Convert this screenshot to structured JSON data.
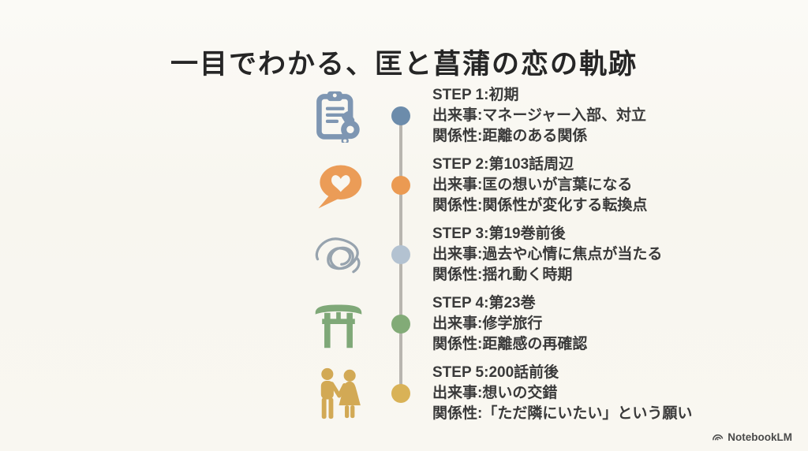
{
  "title": "一目でわかる、匡と菖蒲の恋の軌跡",
  "colors": {
    "background": "#f9f7f1",
    "timeline_line": "#b8b5af",
    "body_text": "#3a3a3a",
    "title_text": "#262626"
  },
  "steps": [
    {
      "label": "STEP 1:初期",
      "event": "出来事:マネージャー入部、対立",
      "relation": "関係性:距離のある関係",
      "icon": "clipboard-whistle-icon",
      "icon_color": "#7e96b2",
      "dot_color": "#6c8cab"
    },
    {
      "label": "STEP 2:第103話周辺",
      "event": "出来事:匡の想いが言葉になる",
      "relation": "関係性:関係性が変化する転換点",
      "icon": "speech-bubble-heart-icon",
      "icon_color": "#eb9c57",
      "dot_color": "#eb9a52"
    },
    {
      "label": "STEP 3:第19巻前後",
      "event": "出来事:過去や心情に焦点が当たる",
      "relation": "関係性:揺れ動く時期",
      "icon": "tangled-thread-icon",
      "icon_color": "#97a3ae",
      "dot_color": "#b3c2d1"
    },
    {
      "label": "STEP 4:第23巻",
      "event": "出来事:修学旅行",
      "relation": "関係性:距離感の再確認",
      "icon": "torii-gate-icon",
      "icon_color": "#7fa878",
      "dot_color": "#82ab77"
    },
    {
      "label": "STEP 5:200話前後",
      "event": "出来事:想いの交錯",
      "relation": "関係性:「ただ隣にいたい」という願い",
      "icon": "couple-holding-hands-icon",
      "icon_color": "#d2a955",
      "dot_color": "#d9b257"
    }
  ],
  "footer": {
    "brand": "NotebookLM",
    "color": "#4a4a4a"
  }
}
